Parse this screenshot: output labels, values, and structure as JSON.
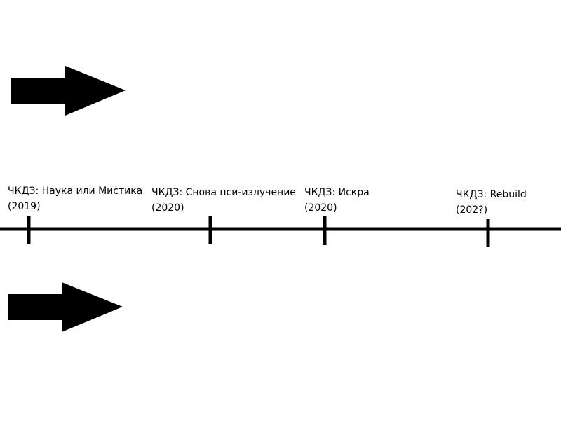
{
  "colors": {
    "ink": "#000000",
    "background": "#ffffff"
  },
  "events": [
    {
      "title": "ЧКДЗ: Наука или Мистика",
      "year": "(2019)"
    },
    {
      "title": "ЧКДЗ: Снова пси-излучение",
      "year": "(2020)"
    },
    {
      "title": "ЧКДЗ: Искра",
      "year": "(2020)"
    },
    {
      "title": "ЧКДЗ: Rebuild",
      "year": "(202?)"
    }
  ],
  "arrows": [
    {
      "icon": "arrow-right-icon"
    },
    {
      "icon": "arrow-right-icon"
    }
  ]
}
